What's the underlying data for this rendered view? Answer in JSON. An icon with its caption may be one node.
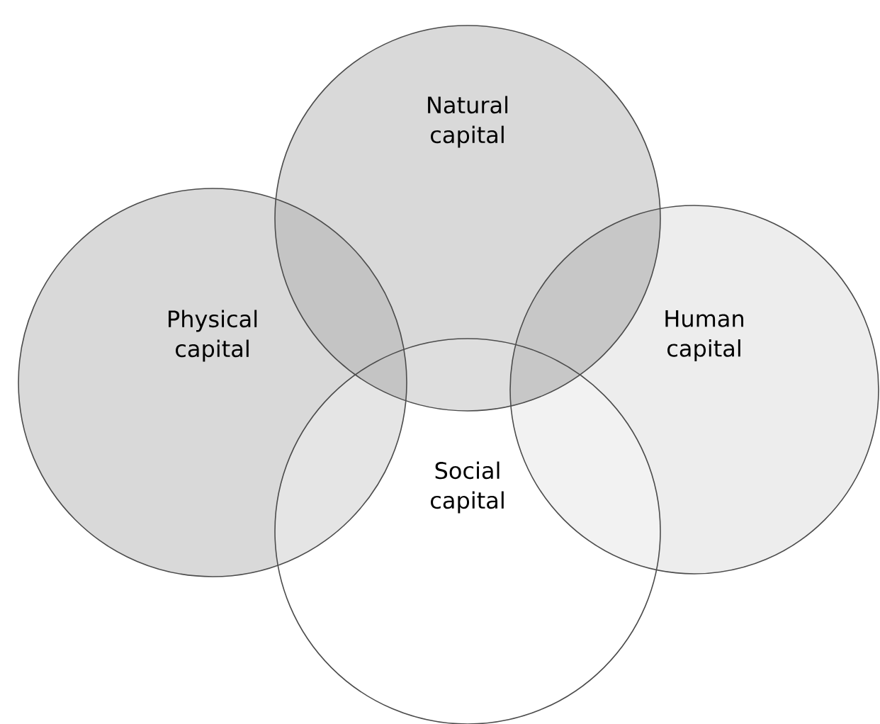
{
  "diagram": {
    "nodes": [
      {
        "text": [
          "Natural capital"
        ]
      },
      {
        "text": [
          "Physical capital"
        ]
      },
      {
        "text": [
          "Human capital"
        ]
      },
      {
        "text": [
          "Social capital"
        ]
      }
    ]
  }
}
